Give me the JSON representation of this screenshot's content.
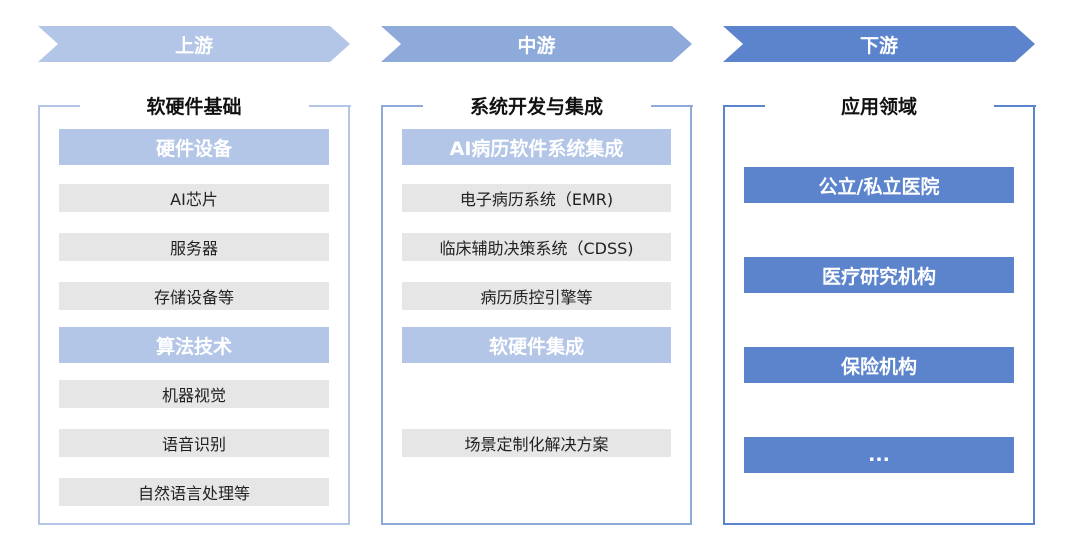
{
  "stages": [
    {
      "label": "上游",
      "color": "#b4c6e7"
    },
    {
      "label": "中游",
      "color": "#8eaadb"
    },
    {
      "label": "下游",
      "color": "#5b84cc"
    }
  ],
  "upstream": {
    "title": "软硬件基础",
    "hardware_header": "硬件设备",
    "hardware_items": [
      "AI芯片",
      "服务器",
      "存储设备等"
    ],
    "algorithm_header": "算法技术",
    "algorithm_items": [
      "机器视觉",
      "语音识别",
      "自然语言处理等"
    ]
  },
  "midstream": {
    "title": "系统开发与集成",
    "software_header": "AI病历软件系统集成",
    "software_items": [
      "电子病历系统（EMR)",
      "临床辅助决策系统（CDSS)",
      "病历质控引擎等"
    ],
    "integration_header": "软硬件集成",
    "integration_items": [
      "场景定制化解决方案"
    ]
  },
  "downstream": {
    "title": "应用领域",
    "items": [
      "公立/私立医院",
      "医疗研究机构",
      "保险机构",
      "..."
    ]
  },
  "colors": {
    "upstream_border": "#b4c6e7",
    "midstream_border": "#8eaadb",
    "downstream_border": "#5b84cc",
    "header_fill": "#b4c6e7",
    "item_fill": "#e6e6e6",
    "app_fill": "#5b84cc"
  }
}
